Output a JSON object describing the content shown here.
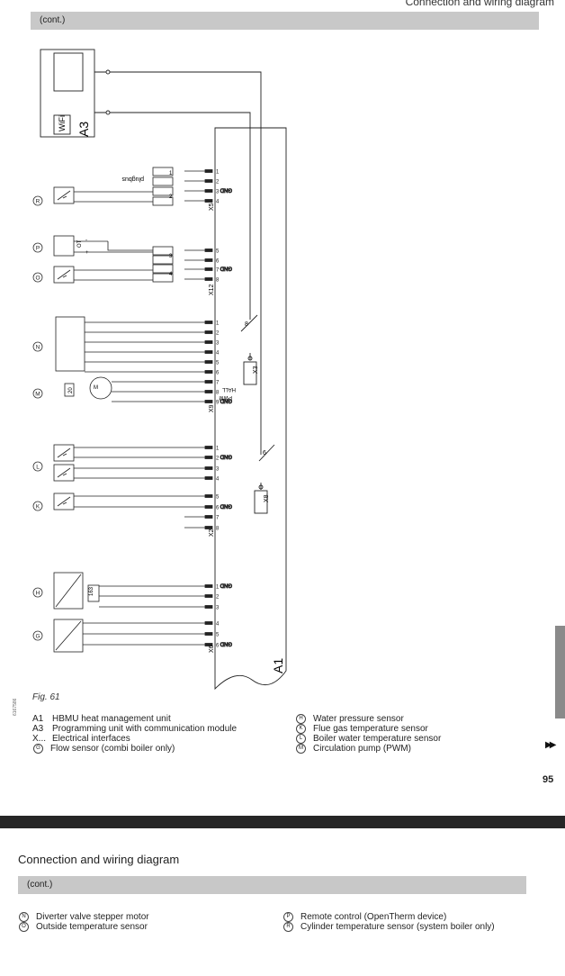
{
  "page": {
    "header": "Connection and wiring diagram",
    "cont": "(cont.)",
    "fig_caption": "Fig. 61",
    "page_number": "95",
    "next_arrows": "▶▶",
    "image_id": "6167586",
    "page2_title": "Connection and wiring diagram",
    "page2_cont": "(cont.)"
  },
  "diagram": {
    "labels": {
      "a1": "A1",
      "wifi": "WiFi",
      "a3": "A3",
      "x3": "X3",
      "x8": "X8",
      "plugbus": "plugbus",
      "x5": "X5",
      "x12": "X12",
      "x9": "X9",
      "x2": "X2",
      "x6": "X6",
      "gnd": "GND",
      "pwm": "PWM",
      "hall": "HALL",
      "ot": "OT",
      "ot_plus": "+",
      "ot_minus": "-",
      "m_mark": "M",
      "wire8": "8",
      "wire6": "6",
      "v20": "20",
      "v163": "163",
      "z1": "1",
      "z2": "2",
      "z3": "3",
      "z4": "4"
    },
    "component_letters": [
      "R",
      "P",
      "O",
      "N",
      "M",
      "L",
      "K",
      "H",
      "G"
    ]
  },
  "legend": {
    "left": [
      {
        "code": "A1",
        "text": "HBMU heat management unit"
      },
      {
        "code": "A3",
        "text": "Programming unit with communication module"
      },
      {
        "code": "X...",
        "text": "Electrical interfaces"
      },
      {
        "circle": "G",
        "text": "Flow sensor (combi boiler only)"
      }
    ],
    "right": [
      {
        "circle": "H",
        "text": "Water pressure sensor"
      },
      {
        "circle": "K",
        "text": "Flue gas temperature sensor"
      },
      {
        "circle": "L",
        "text": "Boiler water temperature sensor"
      },
      {
        "circle": "M",
        "text": "Circulation pump (PWM)"
      }
    ],
    "page2_left": [
      {
        "circle": "N",
        "text": "Diverter valve stepper motor"
      },
      {
        "circle": "O",
        "text": "Outside temperature sensor"
      }
    ],
    "page2_right": [
      {
        "circle": "P",
        "text": "Remote control (OpenTherm device)"
      },
      {
        "circle": "R",
        "text": "Cylinder temperature sensor (system boiler only)"
      }
    ]
  }
}
